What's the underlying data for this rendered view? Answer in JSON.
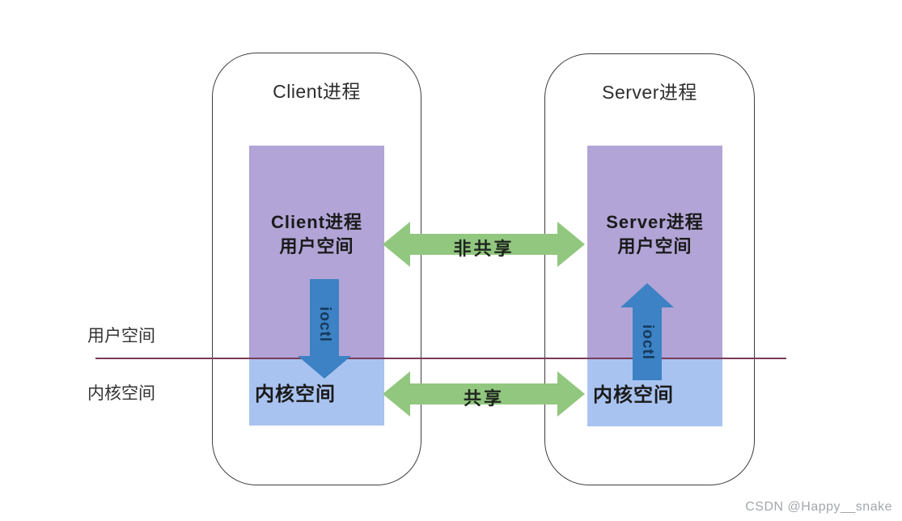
{
  "colors": {
    "user_space_box": "#b2a4d6",
    "kernel_space_box": "#a9c3f0",
    "shared_arrow": "#92c77f",
    "ioctl_arrow": "#3c82c4",
    "divider_line": "#7a3b58",
    "watermark": "#a3a7ab"
  },
  "left_process": {
    "title": "Client进程",
    "user_space_line1": "Client进程",
    "user_space_line2": "用户空间",
    "kernel_space_label": "内核空间",
    "ioctl_label": "ioctl"
  },
  "right_process": {
    "title": "Server进程",
    "user_space_line1": "Server进程",
    "user_space_line2": "用户空间",
    "kernel_space_label": "内核空间",
    "ioctl_label": "ioctl"
  },
  "space_labels": {
    "user": "用户空间",
    "kernel": "内核空间"
  },
  "arrows": {
    "top_label": "非共享",
    "bottom_label": "共享"
  },
  "watermark": "CSDN @Happy__snake"
}
